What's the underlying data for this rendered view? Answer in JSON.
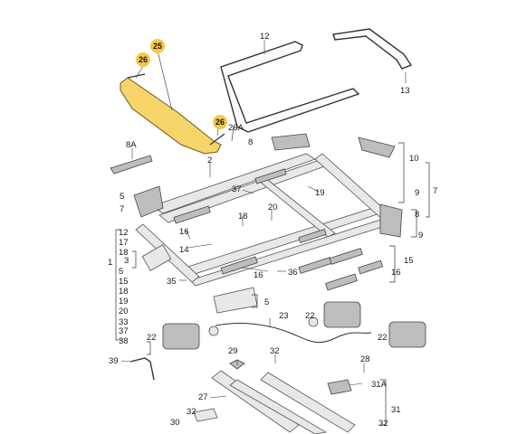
{
  "highlight_color": "#f3c845",
  "part_color": "#f5d46a",
  "callouts": {
    "c25": "25",
    "c26a": "26",
    "c26b": "26",
    "c26A": "26A",
    "c12": "12",
    "c13": "13",
    "c8": "8",
    "c8A": "8A",
    "c10": "10",
    "c7": "7",
    "c9": "9",
    "c8r": "8",
    "c9r": "9",
    "c2": "2",
    "c37": "37",
    "c19": "19",
    "c20": "20",
    "c18": "18",
    "c5a": "5",
    "c7l": "7",
    "c16a": "16",
    "c14": "14",
    "c16b": "16",
    "c36": "36",
    "c16c": "16",
    "c15": "15",
    "c35": "35",
    "c5b": "5",
    "c1": "1",
    "c3": "3",
    "c23": "23",
    "c22a": "22",
    "c22b": "22",
    "c22c": "22",
    "c29": "29",
    "c32a": "32",
    "c39": "39",
    "c27": "27",
    "c28": "28",
    "c31A": "31A",
    "c31": "31",
    "c32b": "32",
    "c30": "30",
    "c32c": "32"
  },
  "left_list": [
    "12",
    "17",
    "18",
    "",
    "5",
    "15",
    "18",
    "19",
    "20",
    "",
    "33",
    "37",
    "38"
  ]
}
